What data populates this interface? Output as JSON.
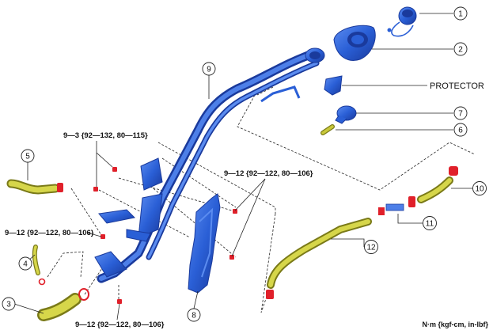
{
  "callouts": [
    {
      "id": "c1",
      "num": "1"
    },
    {
      "id": "c2",
      "num": "2"
    },
    {
      "id": "c3",
      "num": "3"
    },
    {
      "id": "c4",
      "num": "4"
    },
    {
      "id": "c5",
      "num": "5"
    },
    {
      "id": "c6",
      "num": "6"
    },
    {
      "id": "c7",
      "num": "7"
    },
    {
      "id": "c8",
      "num": "8"
    },
    {
      "id": "c9",
      "num": "9"
    },
    {
      "id": "c10",
      "num": "10"
    },
    {
      "id": "c11",
      "num": "11"
    },
    {
      "id": "c12",
      "num": "12"
    }
  ],
  "labels": {
    "protector": "PROTECTOR",
    "torque_a": "9—3 {92—132, 80—115}",
    "torque_b": "9—12 {92—122, 80—106}",
    "torque_c": "9—12 {92—122, 80—106}",
    "torque_d": "9—12 {92—122, 80—106}",
    "unit": "N·m {kgf-cm, in-lbf}"
  },
  "colors": {
    "pipe_blue": "#2a5fd6",
    "pipe_dark": "#1a3a9c",
    "hose_yellow": "#c8c83a",
    "clamp_red": "#e0202a"
  }
}
